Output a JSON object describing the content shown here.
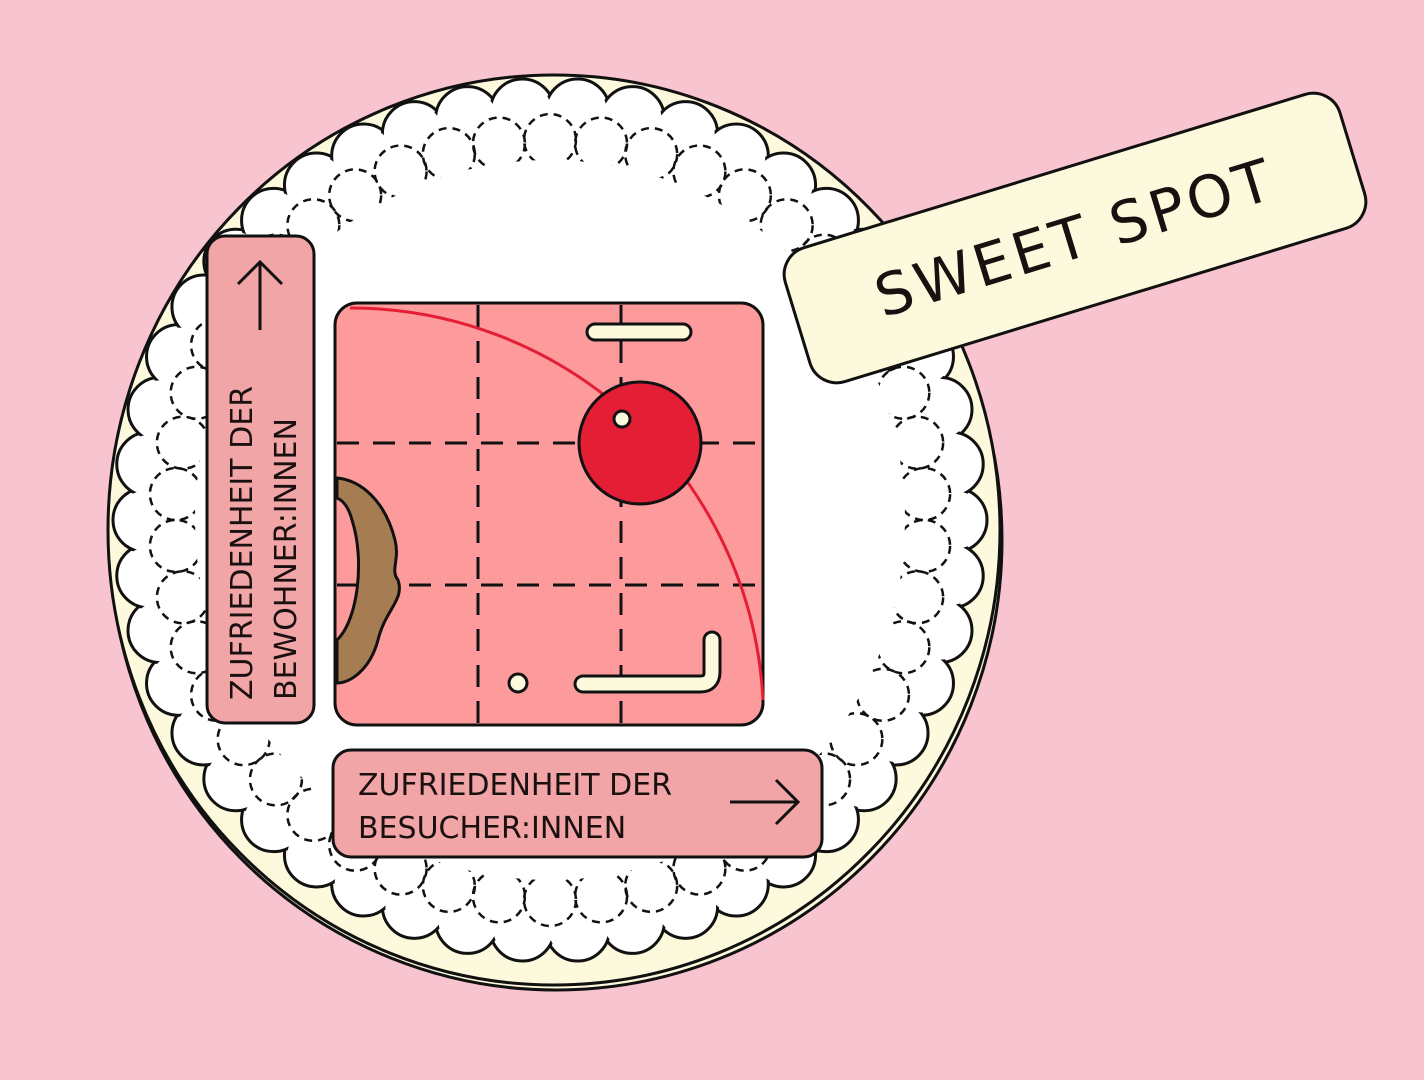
{
  "tag": {
    "label": "SWEET SPOT"
  },
  "y_axis": {
    "line1": "ZUFRIEDENHEIT DER",
    "line2": "BEWOHNER:INNEN"
  },
  "x_axis": {
    "line1": "ZUFRIEDENHEIT DER",
    "line2": "BESUCHER:INNEN"
  },
  "colors": {
    "background": "#f8c4cf",
    "plate": "#fdf9dc",
    "chart_fill": "#fd9a9c",
    "label_fill": "#f2a5a6",
    "sweet_spot_dot": "#e31e35",
    "curve": "#e31e35",
    "blob": "#a67c52",
    "outline": "#111111"
  }
}
